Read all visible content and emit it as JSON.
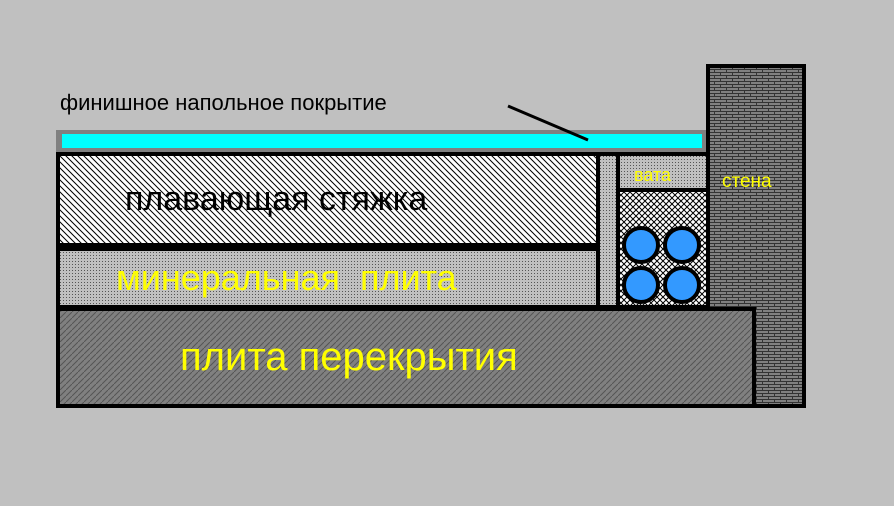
{
  "labels": {
    "finish": "финишное напольное покрытие",
    "screed": "плавающая стяжка",
    "mineral": "минеральная  плита",
    "slab": "плита перекрытия",
    "wool": "вата",
    "wall": "стена"
  },
  "colors": {
    "background": "#c0c0c0",
    "finish": "#00ffff",
    "pipe": "#3399ff",
    "label_yellow": "#ffff00"
  }
}
